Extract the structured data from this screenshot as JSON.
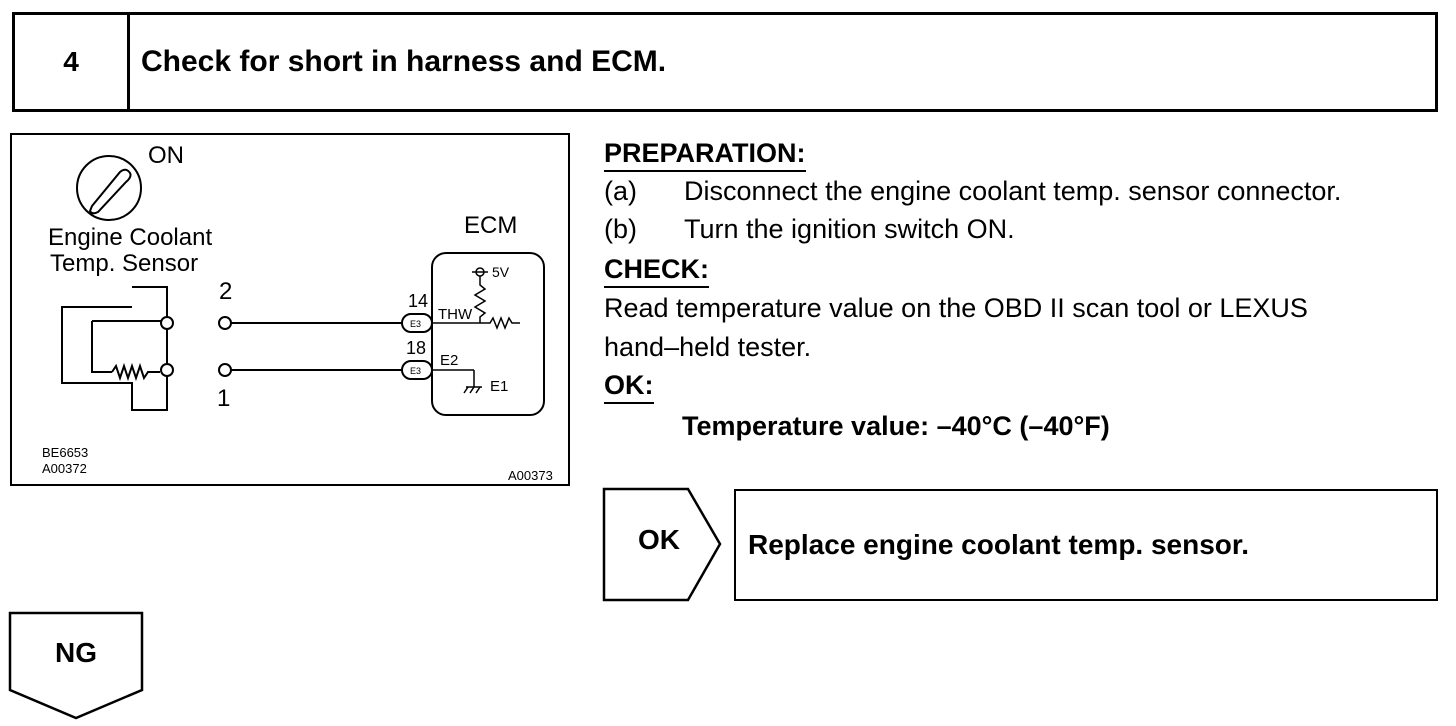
{
  "step": {
    "number": "4",
    "title": "Check for short in harness and ECM."
  },
  "figure": {
    "switch_label": "ON",
    "sensor_label_1": "Engine Coolant",
    "sensor_label_2": "Temp. Sensor",
    "ecm_label": "ECM",
    "pin_2": "2",
    "pin_1": "1",
    "pin_14": "14",
    "pin_18": "18",
    "connector_top": "E3",
    "connector_bottom": "E3",
    "thw": "THW",
    "e2": "E2",
    "e1": "E1",
    "five_v": "5V",
    "code_left_1": "BE6653",
    "code_left_2": "A00372",
    "code_right": "A00373"
  },
  "preparation": {
    "heading": "PREPARATION:",
    "a_mark": "(a)",
    "a_text": "Disconnect the engine coolant temp. sensor connector.",
    "b_mark": "(b)",
    "b_text": "Turn the ignition switch ON."
  },
  "check": {
    "heading": "CHECK:",
    "line1": "Read temperature value on the OBD II scan tool or LEXUS",
    "line2": "hand–held tester."
  },
  "ok": {
    "heading": "OK:",
    "spec": "Temperature value: –40°C (–40°F)"
  },
  "ok_result": {
    "label": "OK",
    "action": "Replace engine coolant temp. sensor."
  },
  "ng_result": {
    "label": "NG"
  }
}
